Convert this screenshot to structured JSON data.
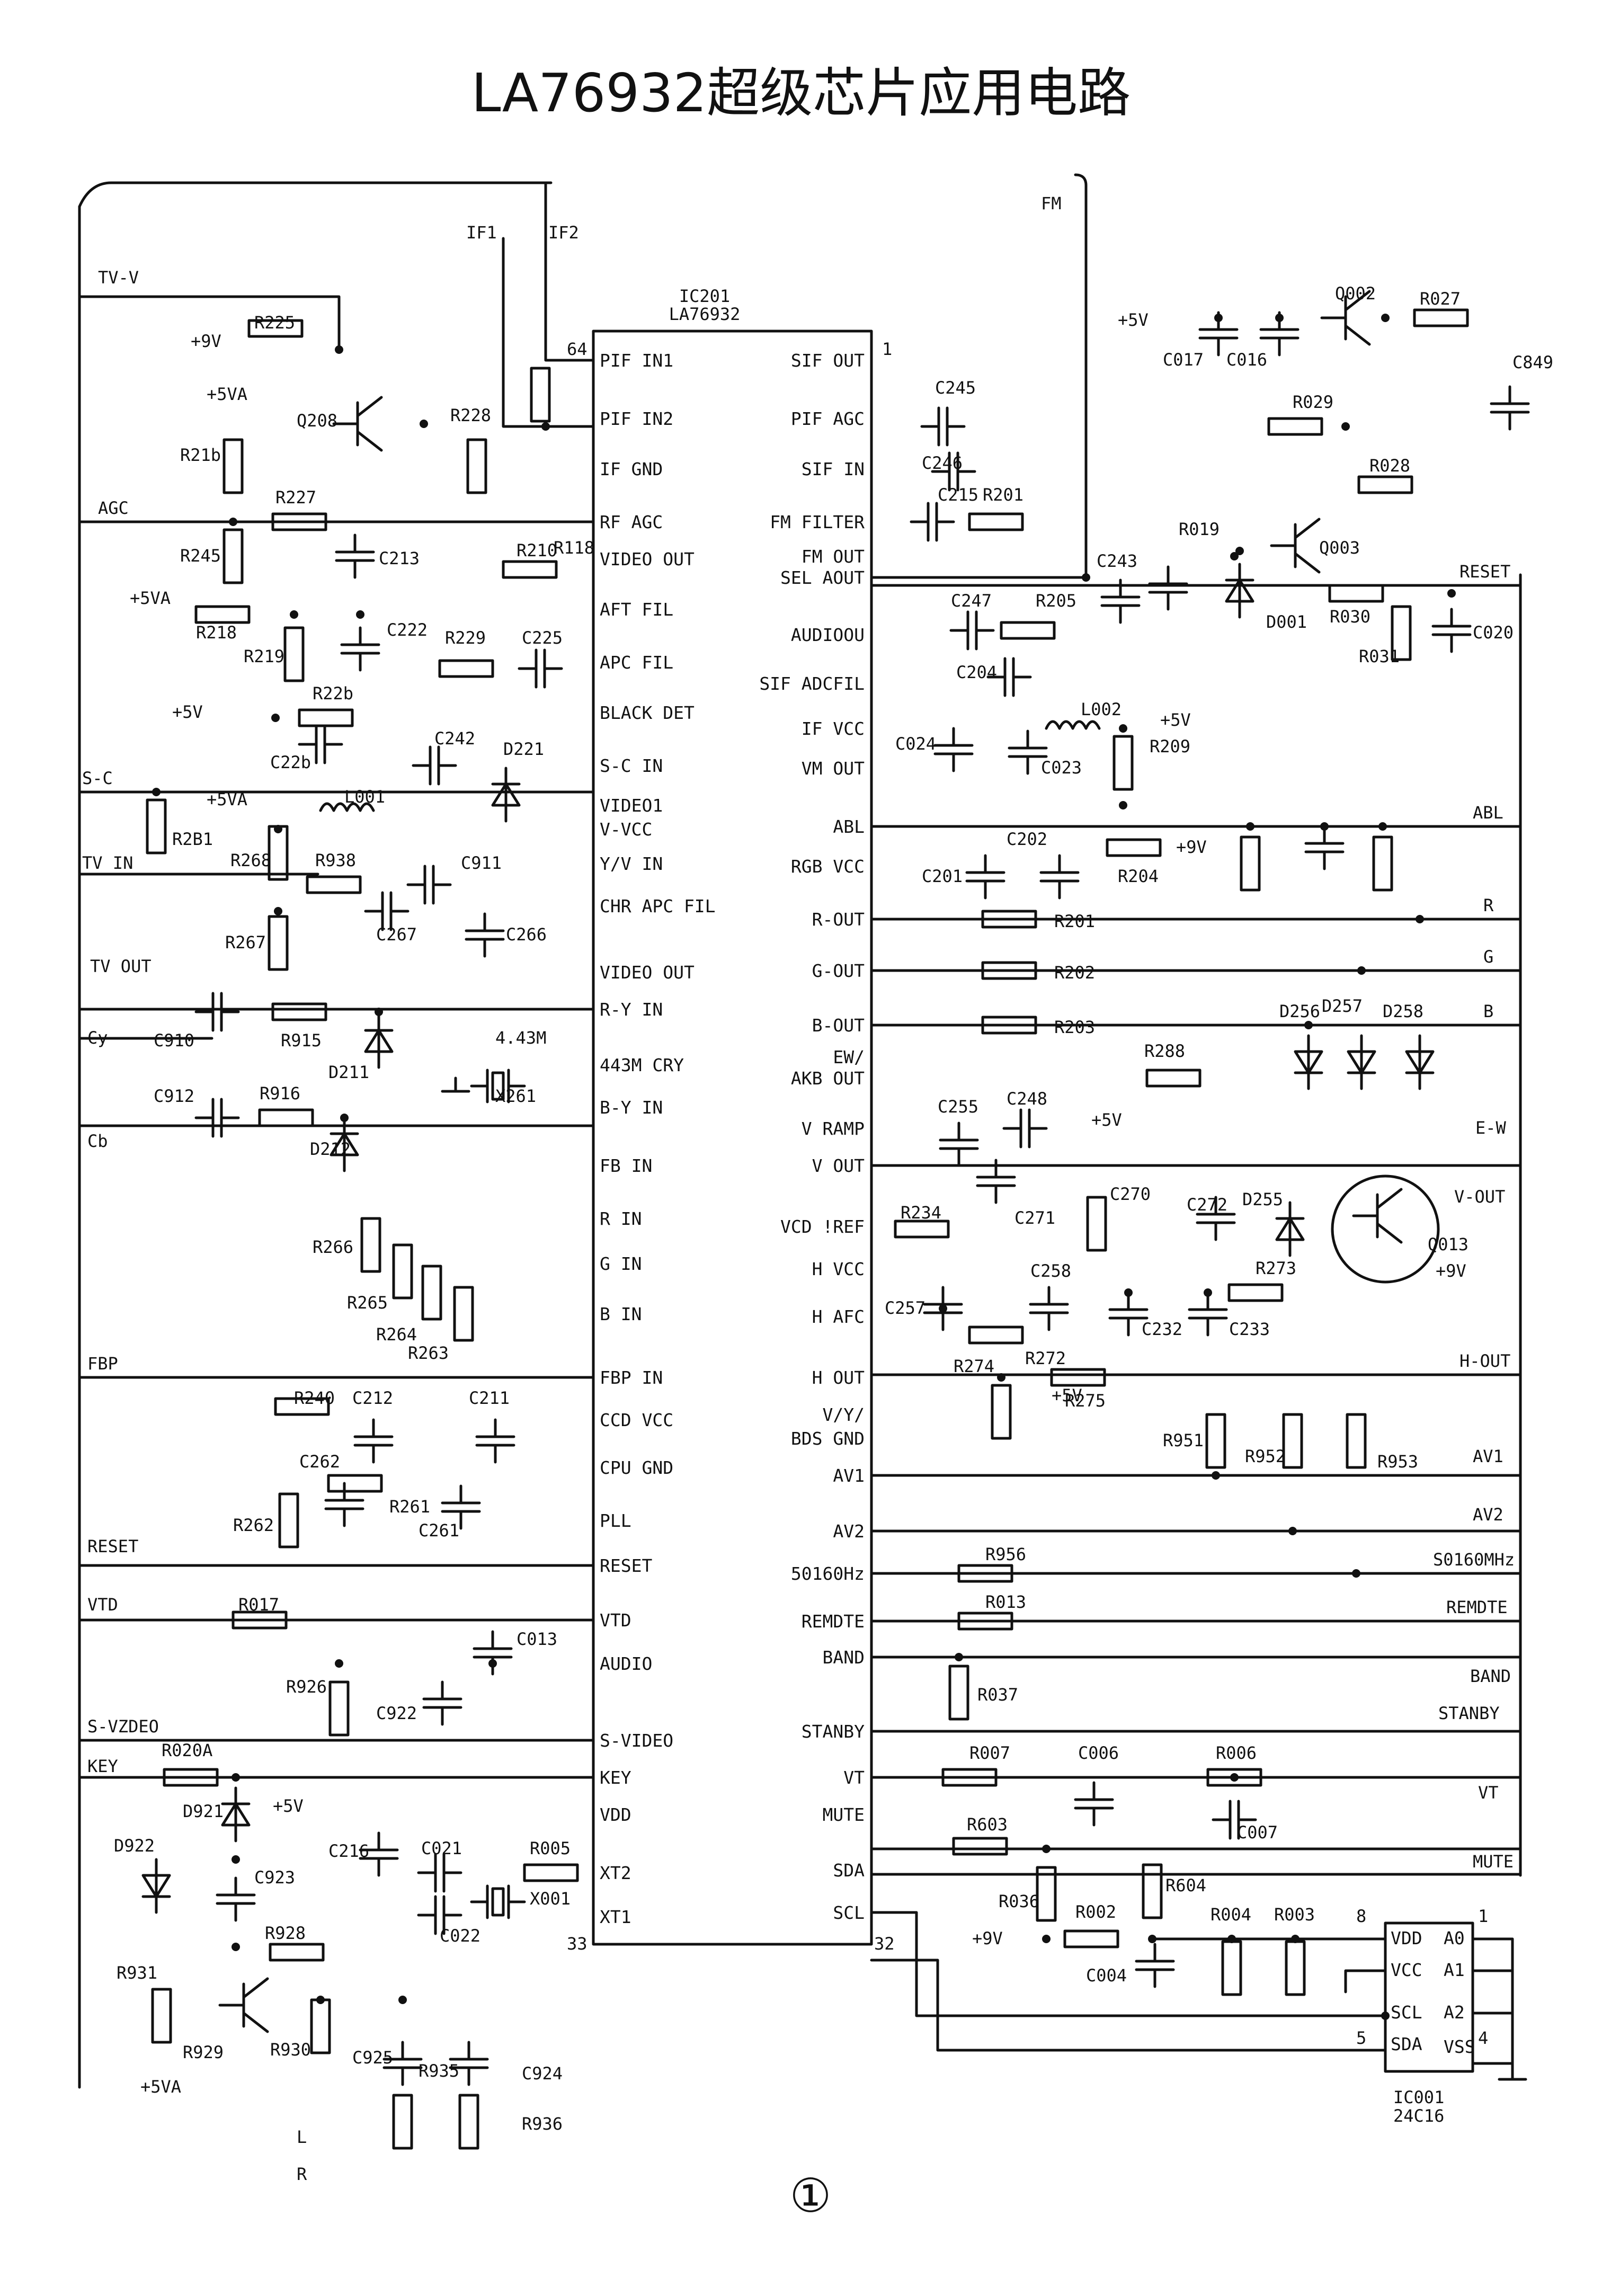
{
  "title": "LA76932超级芯片应用电路",
  "page_number": "①",
  "ic": {
    "ref": "IC201",
    "part": "LA76932",
    "pin_first": "64",
    "pin_last": "33",
    "pin_right_top": "1",
    "pin_right_bottom": "32",
    "left_pins": [
      "PIF  IN1",
      "PIF  IN2",
      "IF  GND",
      "RF  AGC",
      "VIDEO OUT",
      "AFT FIL",
      "APC FIL",
      "BLACK DET",
      "S-C IN",
      "VIDEO1",
      "V-VCC",
      "Y/V IN",
      "CHR APC FIL",
      "VIDEO OUT",
      "R-Y IN",
      "443M CRY",
      "B-Y IN",
      "FB IN",
      "R IN",
      "G IN",
      "B IN",
      "FBP IN",
      "CCD VCC",
      "CPU GND",
      "PLL",
      "RESET",
      "VTD",
      "AUDIO",
      "S-VIDEO",
      "KEY",
      "VDD",
      "XT2",
      "XT1"
    ],
    "right_pins": [
      "SIF OUT",
      "PIF  AGC",
      "SIF  IN",
      "FM  FILTER",
      "FM  OUT",
      "SEL  AOUT",
      "AUDIOOU",
      "SIF ADCFIL",
      "IF VCC",
      "VM  OUT",
      "ABL",
      "RGB VCC",
      "R-OUT",
      "G-OUT",
      "B-OUT",
      "EW/",
      "AKB OUT",
      "V RAMP",
      "V  OUT",
      "VCD !REF",
      "H  VCC",
      "H  AFC",
      "H  OUT",
      "V/Y/",
      "BDS GND",
      "AV1",
      "AV2",
      "50160Hz",
      "REMDTE",
      "BAND",
      "STANBY",
      "VT",
      "MUTE",
      "SDA",
      "SCL"
    ]
  },
  "signals_left": [
    "TV-V",
    "AGC",
    "S-C",
    "TV IN",
    "TV OUT",
    "Cy",
    "Cb",
    "FBP",
    "RESET",
    "VTD",
    "S-VZDEO",
    "KEY",
    "L",
    "R",
    "IF1",
    "IF2"
  ],
  "signals_right": [
    "FM",
    "RESET",
    "ABL",
    "R",
    "G",
    "B",
    "E-W",
    "V-OUT",
    "H-OUT",
    "AV1",
    "AV2",
    "S0160MHz",
    "REMDTE",
    "BAND",
    "STANBY",
    "VT",
    "MUTE"
  ],
  "supplies": [
    "+9V",
    "+5VA",
    "+5VA",
    "+5V",
    "+5VA",
    "+5V",
    "+5VA",
    "+5V",
    "+9V",
    "+5V",
    "+9V",
    "+9V",
    "+5V",
    "+5V"
  ],
  "eeprom": {
    "ref": "IC001",
    "part": "24C16",
    "pins_left": [
      "VDD",
      "VCC",
      "SCL",
      "SDA"
    ],
    "pins_right": [
      "A0",
      "A1",
      "A2",
      "VSS"
    ],
    "pin_numbers": [
      "8",
      "1",
      "5",
      "4"
    ]
  },
  "parts": [
    "R225",
    "R228",
    "Q208",
    "R21b",
    "R227",
    "R245",
    "C213",
    "R118",
    "R210",
    "R218",
    "R219",
    "C222",
    "R229",
    "C225",
    "R22b",
    "C22b",
    "C242",
    "D221",
    "R2B1",
    "L001",
    "R268",
    "R938",
    "C911",
    "C267",
    "C266",
    "R267",
    "C910",
    "R915",
    "D211",
    "4.43M",
    "X261",
    "C912",
    "R916",
    "D212",
    "R266",
    "R265",
    "R264",
    "R263",
    "R240",
    "C212",
    "C211",
    "C262",
    "R261",
    "C261",
    "R262",
    "R017",
    "C013",
    "R926",
    "C922",
    "R020A",
    "D921",
    "D922",
    "C923",
    "C216",
    "C021",
    "R005",
    "X001",
    "C022",
    "R928",
    "R931",
    "R929",
    "R930",
    "C925",
    "C924",
    "R935",
    "R936",
    "C245",
    "C246",
    "C215",
    "R201",
    "C243",
    "C247",
    "R205",
    "C204",
    "L002",
    "C024",
    "C023",
    "R209",
    "C202",
    "C201",
    "R204",
    "R201",
    "R202",
    "R203",
    "R288",
    "D256",
    "D257",
    "D258",
    "C255",
    "C248",
    "R234",
    "C271",
    "C270",
    "C272",
    "D255",
    "R273",
    "Q013",
    "C258",
    "C257",
    "R272",
    "C232",
    "C233",
    "R274",
    "R275",
    "R951",
    "R952",
    "R953",
    "R956",
    "R013",
    "R037",
    "R007",
    "C006",
    "R006",
    "C007",
    "R603",
    "R036",
    "R002",
    "C004",
    "R604",
    "R004",
    "R003",
    "Q002",
    "R027",
    "C017",
    "C016",
    "C849",
    "R029",
    "R028",
    "R019",
    "Q003",
    "D001",
    "R030",
    "R031",
    "C020"
  ]
}
